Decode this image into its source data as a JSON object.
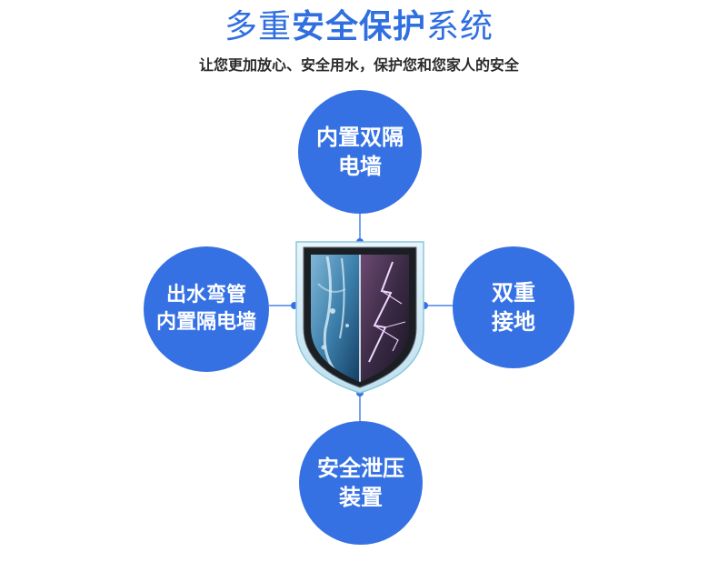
{
  "header": {
    "title_part1": "多重",
    "title_part2": "安全保护",
    "title_part3": "系统",
    "subtitle": "让您更加放心、安全用水，保护您和您家人的安全"
  },
  "features": {
    "top": {
      "line1": "内置双隔",
      "line2": "电墙"
    },
    "left": {
      "line1": "出水弯管",
      "line2": "内置隔电墙"
    },
    "right": {
      "line1": "双重",
      "line2": "接地"
    },
    "bottom": {
      "line1": "安全泄压",
      "line2": "装置"
    }
  },
  "center": {
    "icon": "shield-water-lightning-icon"
  },
  "colors": {
    "accent": "#2f6fe0",
    "circle": "#3671e3",
    "connector": "#4b82e6"
  }
}
